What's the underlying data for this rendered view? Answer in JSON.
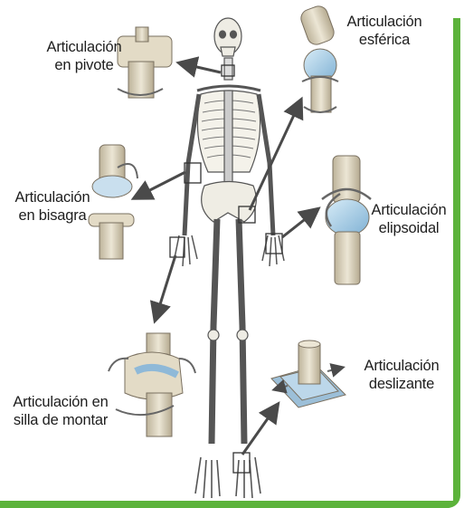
{
  "labels": {
    "pivote": [
      "Articulación",
      "en pivote"
    ],
    "esferica": [
      "Articulación",
      "esférica"
    ],
    "bisagra": [
      "Articulación",
      "en bisagra"
    ],
    "elipsoidal": [
      "Articulación",
      "elipsoidal"
    ],
    "silla": [
      "Articulación en",
      "silla de montar"
    ],
    "deslizante": [
      "Articulación",
      "deslizante"
    ]
  },
  "colors": {
    "border": "#5cb33b",
    "bone": "#e8e6dc",
    "bone_outline": "#6b6b6b",
    "joint_beige": "#d9cfb8",
    "joint_blue": "#9fc6e0",
    "arrow": "#555555"
  }
}
